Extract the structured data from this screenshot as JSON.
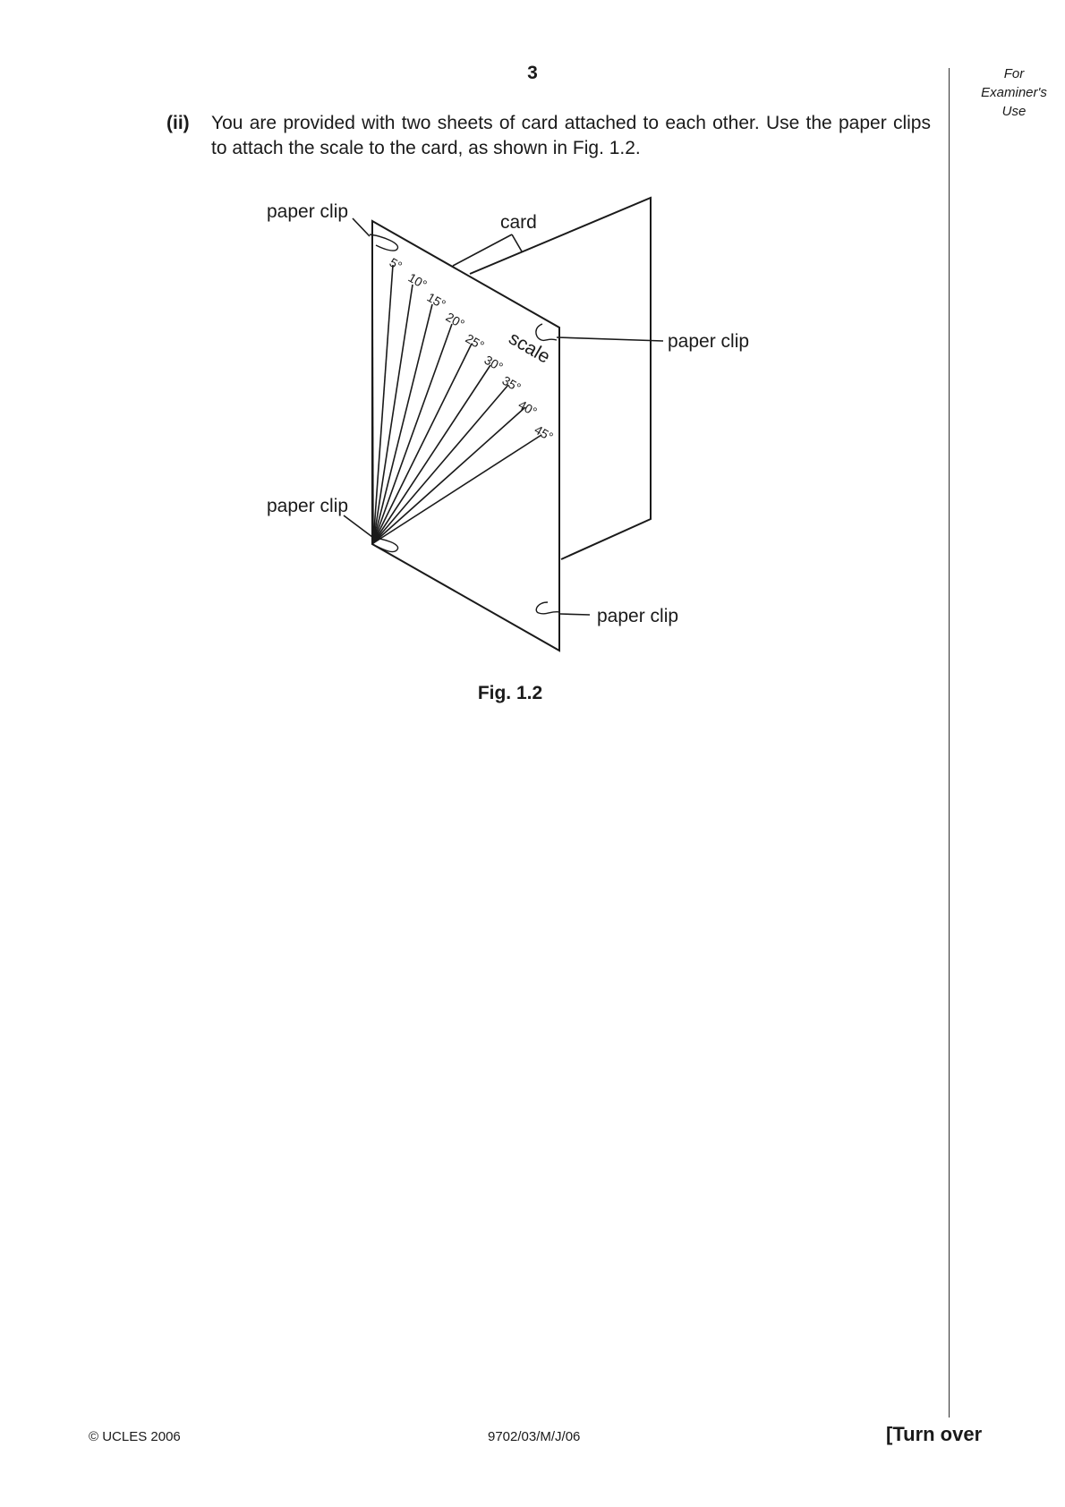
{
  "page_number": "3",
  "examiner": [
    "For",
    "Examiner's",
    "Use"
  ],
  "question": {
    "part": "(ii)",
    "text": "You are provided with two sheets of card attached to each other. Use the paper clips to attach the scale to the card, as shown in Fig. 1.2."
  },
  "figure": {
    "labels": {
      "clip_top_left": "paper clip",
      "card": "card",
      "clip_top_right": "paper clip",
      "clip_bottom_left": "paper clip",
      "clip_bottom_right": "paper clip",
      "scale": "scale"
    },
    "angles": [
      "5°",
      "10°",
      "15°",
      "20°",
      "25°",
      "30°",
      "35°",
      "40°",
      "45°"
    ],
    "caption": "Fig. 1.2"
  },
  "footer": {
    "copyright": "© UCLES 2006",
    "code": "9702/03/M/J/06",
    "turn_over": "[Turn over"
  }
}
